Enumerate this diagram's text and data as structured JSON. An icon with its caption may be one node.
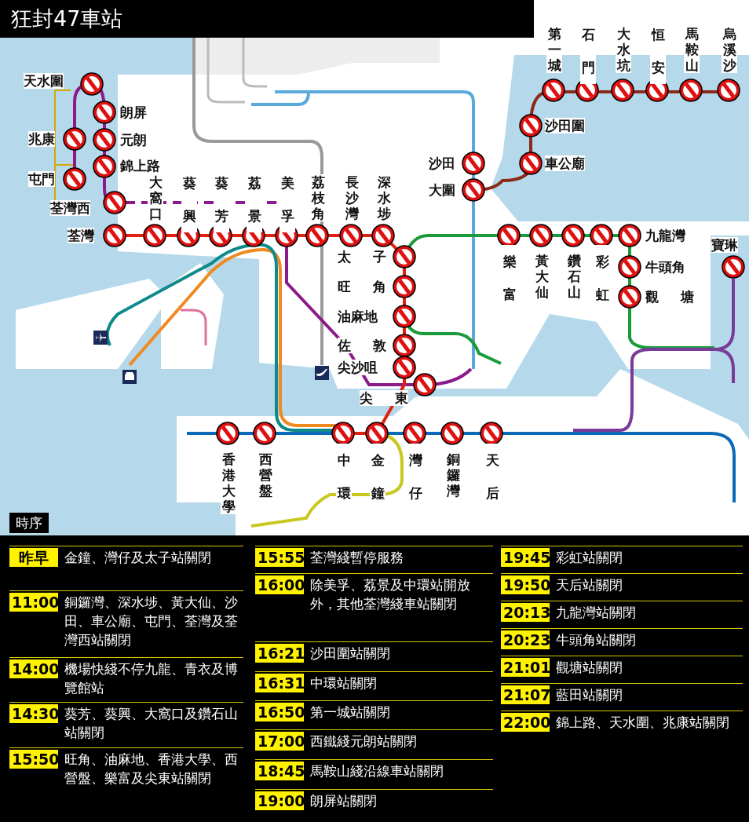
{
  "diagram": {
    "title": "狂封47車站",
    "labels": [
      "第一城",
      "石門",
      "大水坑",
      "恒安",
      "馬鞍山",
      "烏溪沙",
      "天水圍",
      "朗屏",
      "沙田圍",
      "兆康",
      "元朗",
      "錦上路",
      "沙田",
      "車公廟",
      "屯門",
      "大圍",
      "荃灣西",
      "大窩口",
      "葵興",
      "葵芳",
      "荔景",
      "美孚",
      "荔枝角",
      "長沙灣",
      "深水埗",
      "荃灣",
      "九龍灣",
      "寶琳",
      "樂富",
      "黃大仙",
      "鑽石山",
      "彩虹",
      "太子",
      "牛頭角",
      "旺角",
      "觀塘",
      "油麻地",
      "佐敦",
      "尖沙咀",
      "尖東",
      "香港大學",
      "西營盤",
      "中環",
      "金鐘",
      "灣仔",
      "銅鑼灣",
      "天后",
      "時序",
      "昨早",
      "金鐘、灣仔及太子站關閉",
      "11:00",
      "銅鑼灣、深水埗、黃大仙、沙田、車公廟、屯門、荃灣及荃灣西站關閉",
      "14:00",
      "機場快綫不停九龍、青衣及博覽館站",
      "14:30",
      "葵芳、葵興、大窩口及鑽石山站關閉",
      "15:50",
      "旺角、油麻地、香港大學、西營盤、樂富及尖東站關閉",
      "15:55",
      "荃灣綫暫停服務",
      "16:00",
      "除美孚、荔景及中環站開放外，其他荃灣綫車站關閉",
      "16:21",
      "沙田圍站關閉",
      "16:31",
      "中環站關閉",
      "16:50",
      "第一城站關閉",
      "17:00",
      "西鐵綫元朗站關閉",
      "18:45",
      "馬鞍山綫沿線車站關閉",
      "19:00",
      "朗屏站關閉",
      "19:45",
      "彩虹站關閉",
      "19:50",
      "天后站關閉",
      "20:13",
      "九龍灣站關閉",
      "20:23",
      "牛頭角站關閉",
      "21:01",
      "觀塘站關閉",
      "21:07",
      "藍田站關閉",
      "22:00",
      "錦上路、天水圍、兆康站關閉"
    ]
  }
}
